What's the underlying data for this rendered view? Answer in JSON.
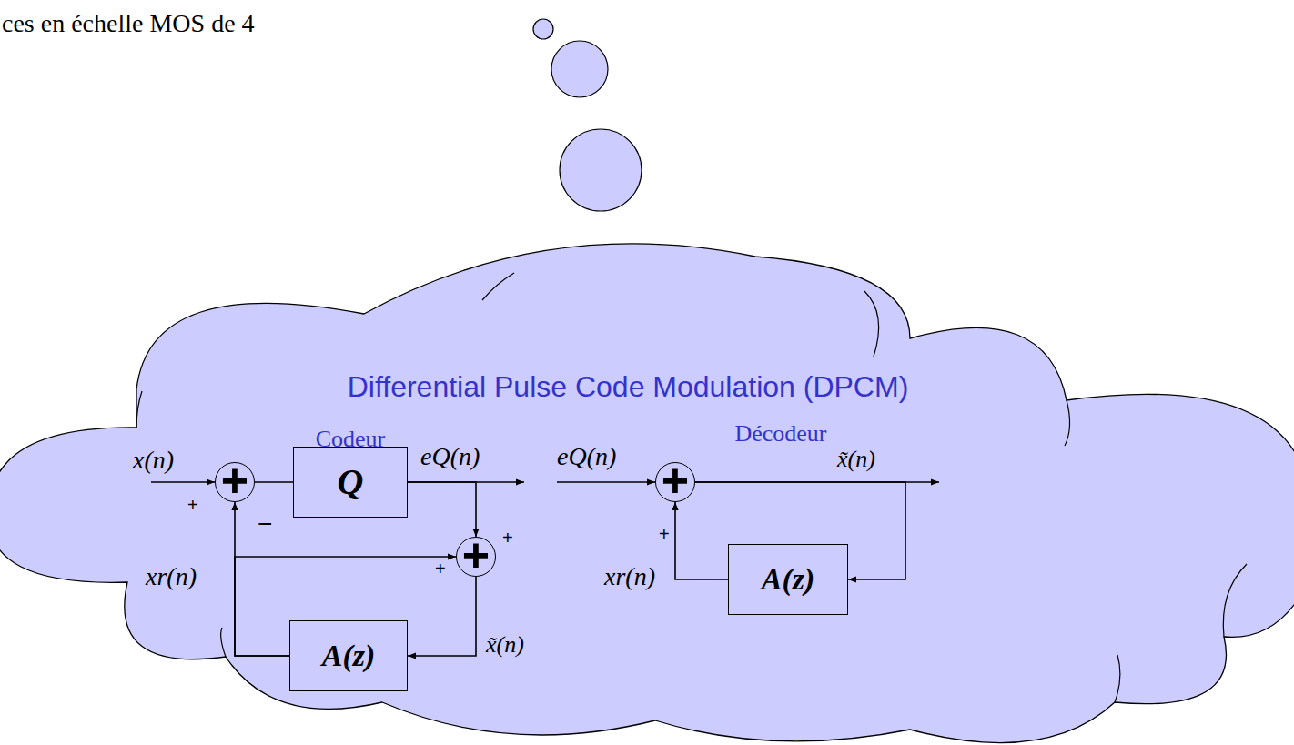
{
  "diagram": {
    "title": "Differential Pulse Code Modulation (DPCM)",
    "nodes": [
      {
        "text": [
          "+"
        ]
      },
      {
        "text": [
          "Q"
        ]
      },
      {
        "text": [
          "+"
        ]
      },
      {
        "text": [
          "A(z)"
        ]
      },
      {
        "text": [
          "+"
        ]
      },
      {
        "text": [
          "A(z)"
        ]
      }
    ],
    "edges": [
      {
        "from": 0,
        "to": 1,
        "arrow": "none"
      },
      {
        "from": 1,
        "to": 2,
        "arrow": "to"
      },
      {
        "from": 2,
        "to": 3,
        "arrow": "to"
      },
      {
        "from": 3,
        "to": 0,
        "arrow": "to"
      },
      {
        "from": 3,
        "to": 2,
        "arrow": "to"
      },
      {
        "from": 4,
        "to": 5,
        "arrow": "to"
      },
      {
        "from": 5,
        "to": 4,
        "arrow": "to"
      }
    ],
    "labels": [
      "ces en échelle MOS de 4",
      "Codeur",
      "Décodeur",
      "x(n)",
      "eQ(n)",
      "eQ(n)",
      "x̃(n)",
      "xr(n)",
      "x̃(n)",
      "xr(n)",
      "+",
      "−",
      "+",
      "+",
      "+"
    ]
  }
}
